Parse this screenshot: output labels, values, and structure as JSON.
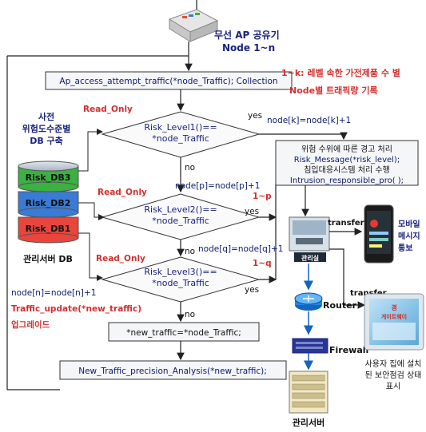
{
  "ap": {
    "title": "무선 AP 공유기",
    "subtitle": "Node 1~n"
  },
  "collection": {
    "text": "Ap_access_attempt_traffic(*node_Traffic); Collection"
  },
  "notes": {
    "note1": "1~k: 레벨 속한 가전제품 수 별",
    "note2": "Node별 트래픽량 기록"
  },
  "db": {
    "heading1": "사전",
    "heading2": "위험도수준별",
    "heading3": "DB 구축",
    "items": [
      "Risk_DB3",
      "Risk_DB2",
      "Risk_DB1"
    ],
    "caption": "관리서버 DB",
    "colors": [
      "#3cb043",
      "#3a7bd5",
      "#e8453c"
    ]
  },
  "decisions": [
    {
      "line1": "Risk_Level1()==",
      "line2": "*node_Traffic",
      "read": "Read_Only",
      "yes": "yes",
      "no": "no",
      "update": "node[k]=node[k]+1",
      "range": ""
    },
    {
      "line1": "Risk_Level2()==",
      "line2": "*node_Traffic",
      "read": "Read_Only",
      "yes": "yes",
      "no": "no",
      "update": "node[p]=node[p]+1",
      "range": "1~p"
    },
    {
      "line1": "Risk_Level3()==",
      "line2": "*node_Traffic",
      "read": "Read_Only",
      "yes": "yes",
      "no": "no",
      "update": "node[q]=node[q]+1",
      "range": "1~q"
    }
  ],
  "left_update": {
    "line1": "node[n]=node[n]+1",
    "line2": "Traffic_update(*new_traffic)",
    "line3": "업그레이드"
  },
  "newtraffic": {
    "text": "*new_traffic=*node_Traffic;"
  },
  "analysis": {
    "text": "New_Traffic_precision_Analysis(*new_traffic);"
  },
  "warning": {
    "line1": "위험 수위에 따른 경고 처리",
    "line2": "Risk_Message(*risk_level);",
    "line3": "침입대응시스템 처리 수행",
    "line4": "Intrusion_responsible_pro(   );"
  },
  "right": {
    "control_label": "관리실",
    "transfer1": "transfer",
    "transfer2": "transfer",
    "mobile_label1": "모바일",
    "mobile_label2": "메시지",
    "mobile_label3": "통보",
    "router": "Router",
    "firewall": "Firewall",
    "server": "관리서버",
    "tablet_screen1": "경",
    "tablet_screen2": "게이트웨이",
    "tablet_caption1": "사용자 집에 설치",
    "tablet_caption2": "된 보안점검 상태",
    "tablet_caption3": "표시"
  }
}
